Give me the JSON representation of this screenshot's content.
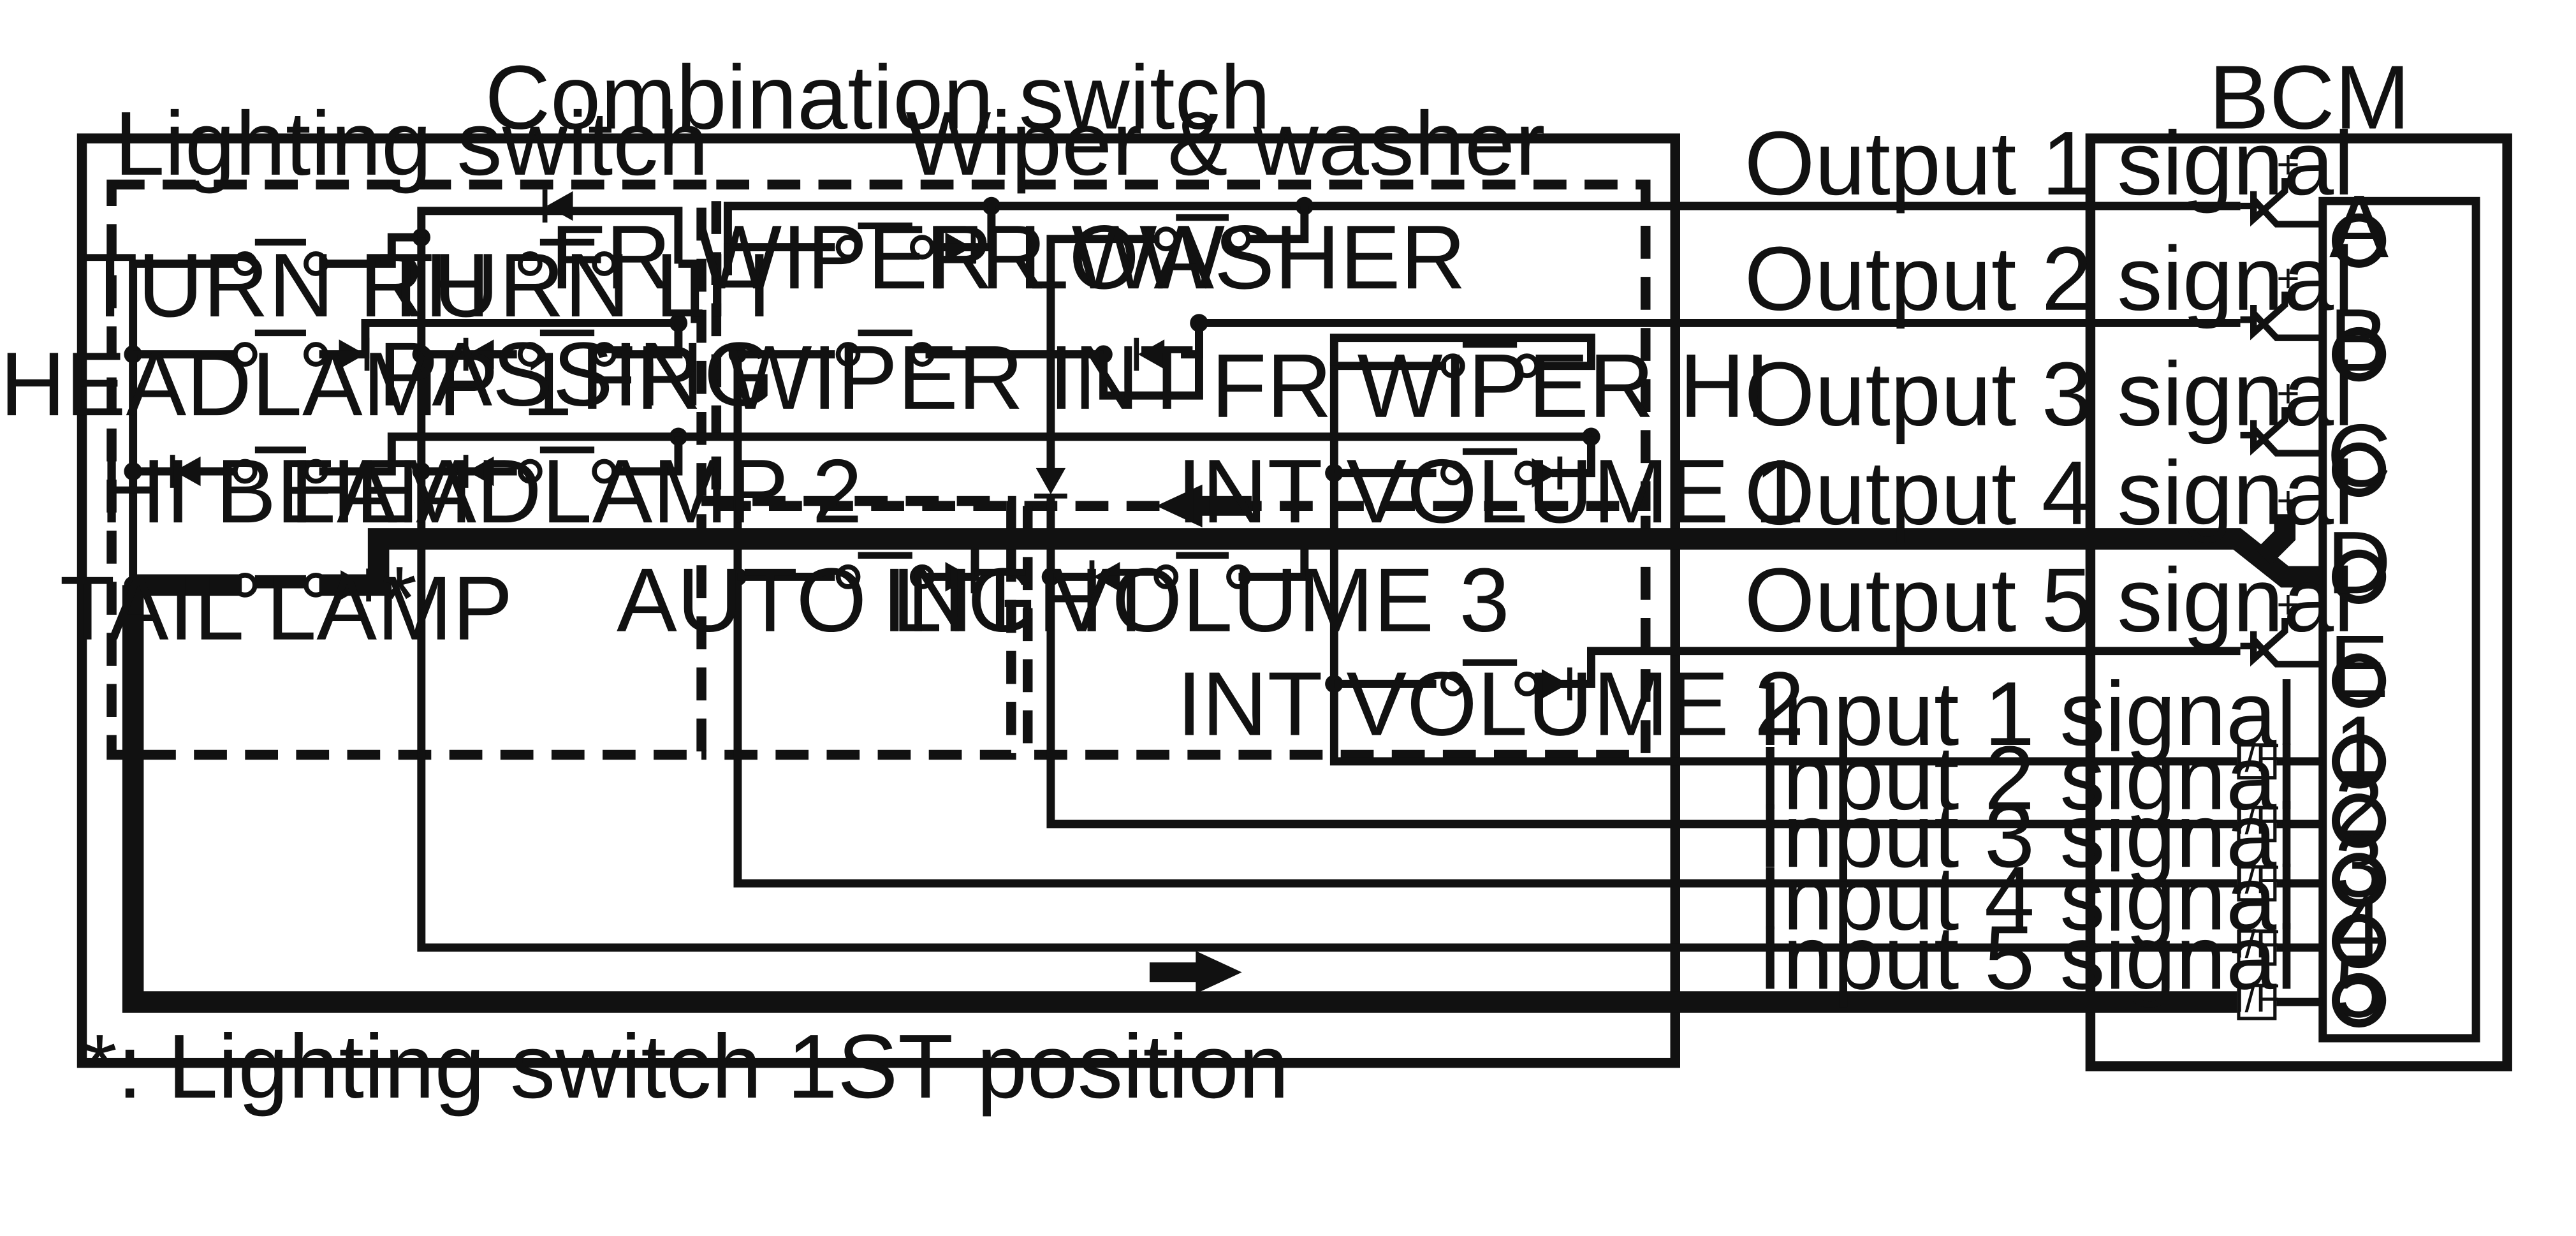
{
  "title": "Combination switch",
  "bcm_title": "BCM",
  "groups": {
    "lighting": "Lighting switch",
    "wiper": "Wiper & washer"
  },
  "switches": {
    "turn_rh": "TURN RH",
    "turn_lh": "TURN LH",
    "headlamp1": "HEADLAMP 1",
    "passing": "PASSING",
    "hi_beam": "HI BEAM",
    "headlamp2": "HEADLAMP 2",
    "tail_lamp": "TAIL LAMP",
    "tail_lamp_mark": "*",
    "fr_wiper_low": "FR WIPER LOW",
    "fr_washer": "FR WASHER",
    "fr_wiper_int": "FR WIPER INT",
    "fr_wiper_hi": "FR WIPER HI",
    "int_volume1": "INT VOLUME 1",
    "auto_light": "AUTO LIGHT",
    "int_volume3": "INT VOLUME 3",
    "int_volume2": "INT VOLUME 2"
  },
  "outputs": [
    "Output 1 signal",
    "Output 2 signal",
    "Output 3 signal",
    "Output 4 signal",
    "Output 5 signal"
  ],
  "inputs": [
    "Input 1 signal",
    "Input 2 signal",
    "Input 3 signal",
    "Input 4 signal",
    "Input 5 signal"
  ],
  "output_terminals": [
    "A",
    "B",
    "C",
    "D",
    "E"
  ],
  "input_terminals": [
    "1",
    "2",
    "3",
    "4",
    "5"
  ],
  "interface_label": "I/F",
  "plus_sign": "+",
  "footnote": "*: Lighting switch 1ST position"
}
